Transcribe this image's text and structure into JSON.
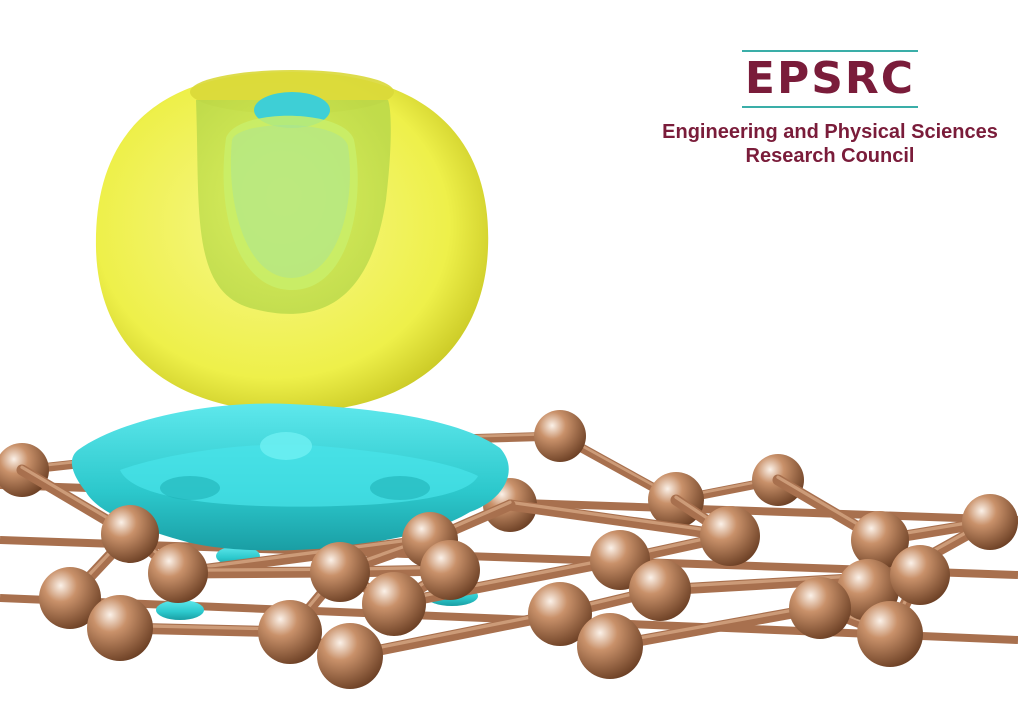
{
  "logo": {
    "acronym": "EPSRC",
    "line1": "Engineering and Physical Sciences",
    "line2": "Research Council",
    "text_color": "#7a1c3a",
    "rule_color": "#3aaea8"
  },
  "scene": {
    "atom_color": "#b9805a",
    "bond_color": "#a8704e",
    "isosurface_yellow": "#f0f060",
    "isosurface_cyan": "#32d4d8",
    "background": "#ffffff"
  }
}
